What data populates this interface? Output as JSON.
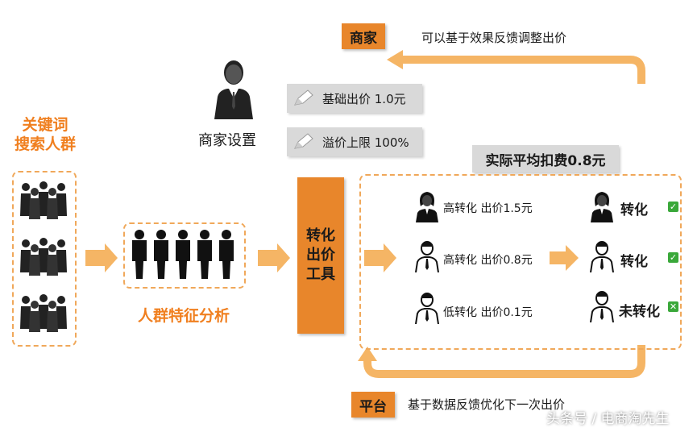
{
  "merchant_tag": "商家",
  "top_note": "可以基于效果反馈调整出价",
  "merchant_settings_label": "商家设置",
  "base_bid": "基础出价 1.0元",
  "premium_cap": "溢价上限 100%",
  "avg_fee": "实际平均扣费0.8元",
  "keyword_title_line1": "关键词",
  "keyword_title_line2": "搜索人群",
  "crowd_analysis": "人群特征分析",
  "tool_line1": "转化",
  "tool_line2": "出价",
  "tool_line3": "工具",
  "rows": [
    {
      "label": "高转化 出价1.5元",
      "result": "转化",
      "status": "success"
    },
    {
      "label": "高转化 出价0.8元",
      "result": "转化",
      "status": "success"
    },
    {
      "label": "低转化 出价0.1元",
      "result": "未转化",
      "status": "fail"
    }
  ],
  "platform_tag": "平台",
  "bottom_note": "基于数据反馈优化下一次出价",
  "watermark": "头条号 / 电商淘先生",
  "colors": {
    "orange": "#e8862b",
    "light_orange": "#f5b565",
    "grey": "#d9d9d9",
    "check_green": "#3aa83a"
  }
}
